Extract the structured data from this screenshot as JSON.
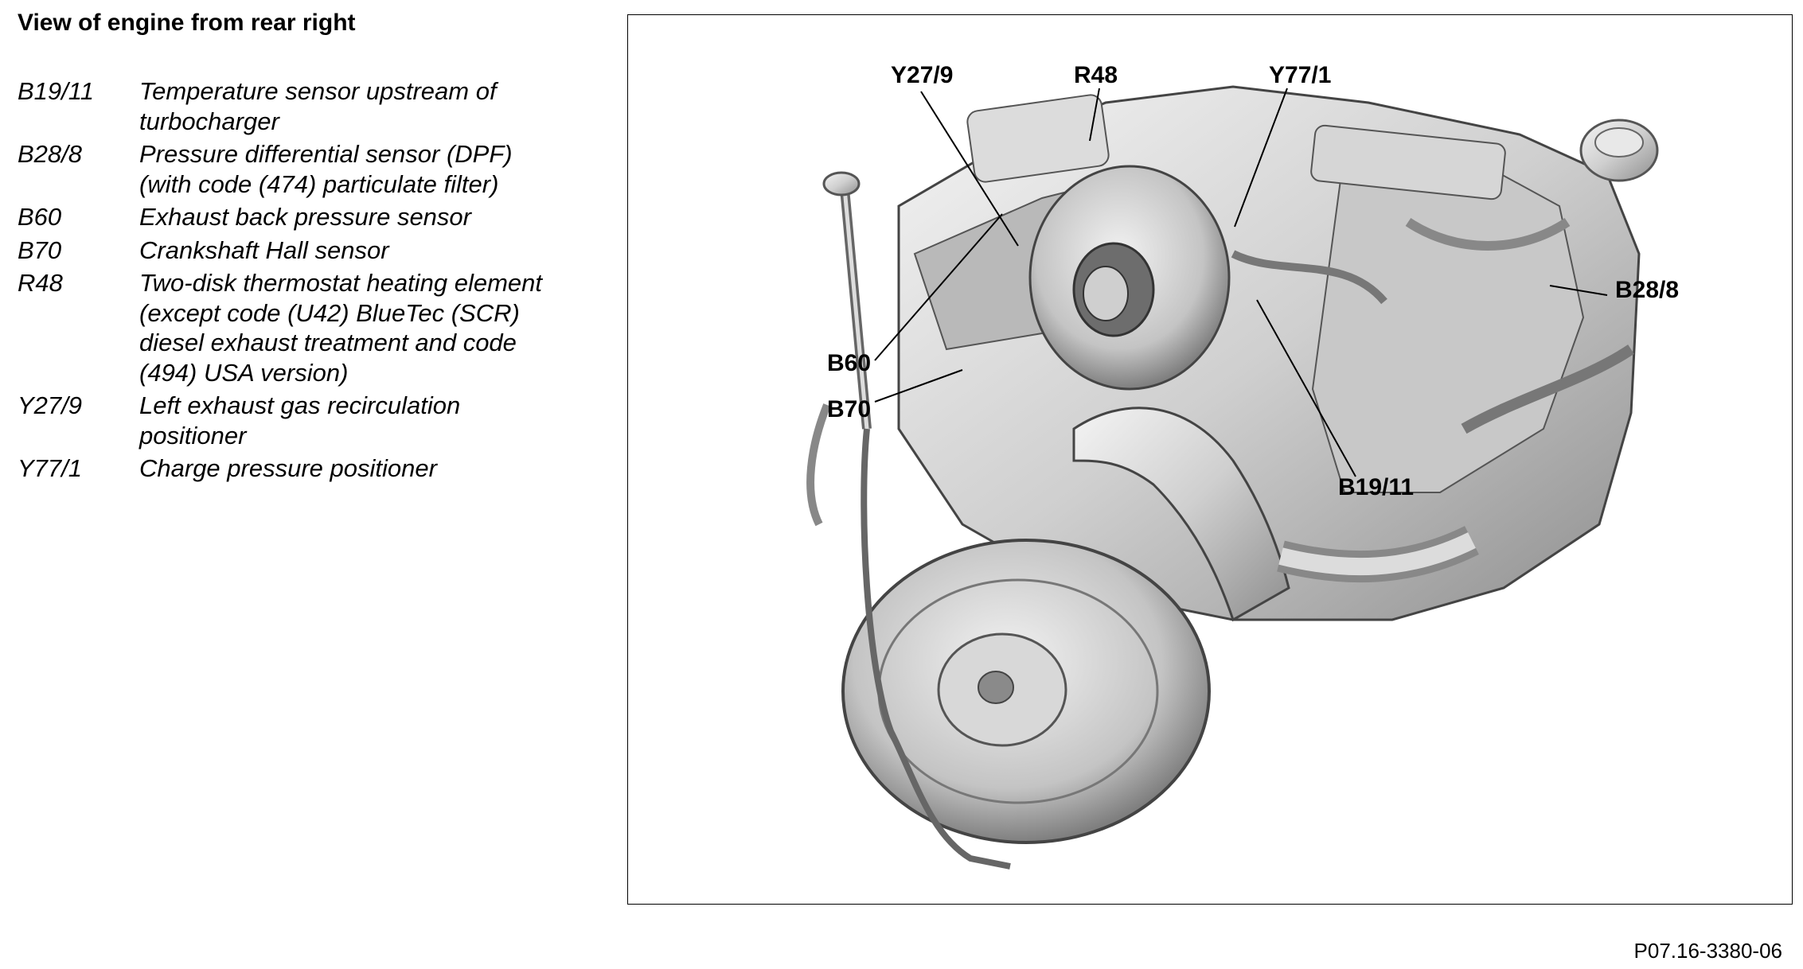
{
  "title": "View of engine from rear right",
  "legend": [
    {
      "code": "B19/11",
      "description": "Temperature sensor upstream of turbocharger"
    },
    {
      "code": "B28/8",
      "description": "Pressure differential sensor (DPF) (with code (474) particulate filter)"
    },
    {
      "code": "B60",
      "description": "Exhaust back pressure sensor"
    },
    {
      "code": "B70",
      "description": "Crankshaft Hall sensor"
    },
    {
      "code": "R48",
      "description": "Two-disk thermostat heating element (except code (U42) BlueTec (SCR) diesel exhaust treatment and code (494) USA version)"
    },
    {
      "code": "Y27/9",
      "description": "Left exhaust gas recirculation positioner"
    },
    {
      "code": "Y77/1",
      "description": "Charge pressure positioner"
    }
  ],
  "callouts": {
    "y27_9": "Y27/9",
    "r48": "R48",
    "y77_1": "Y77/1",
    "b28_8": "B28/8",
    "b60": "B60",
    "b70": "B70",
    "b19_11": "B19/11"
  },
  "figure_id": "P07.16-3380-06",
  "illustration": "engine-rear-right-view"
}
